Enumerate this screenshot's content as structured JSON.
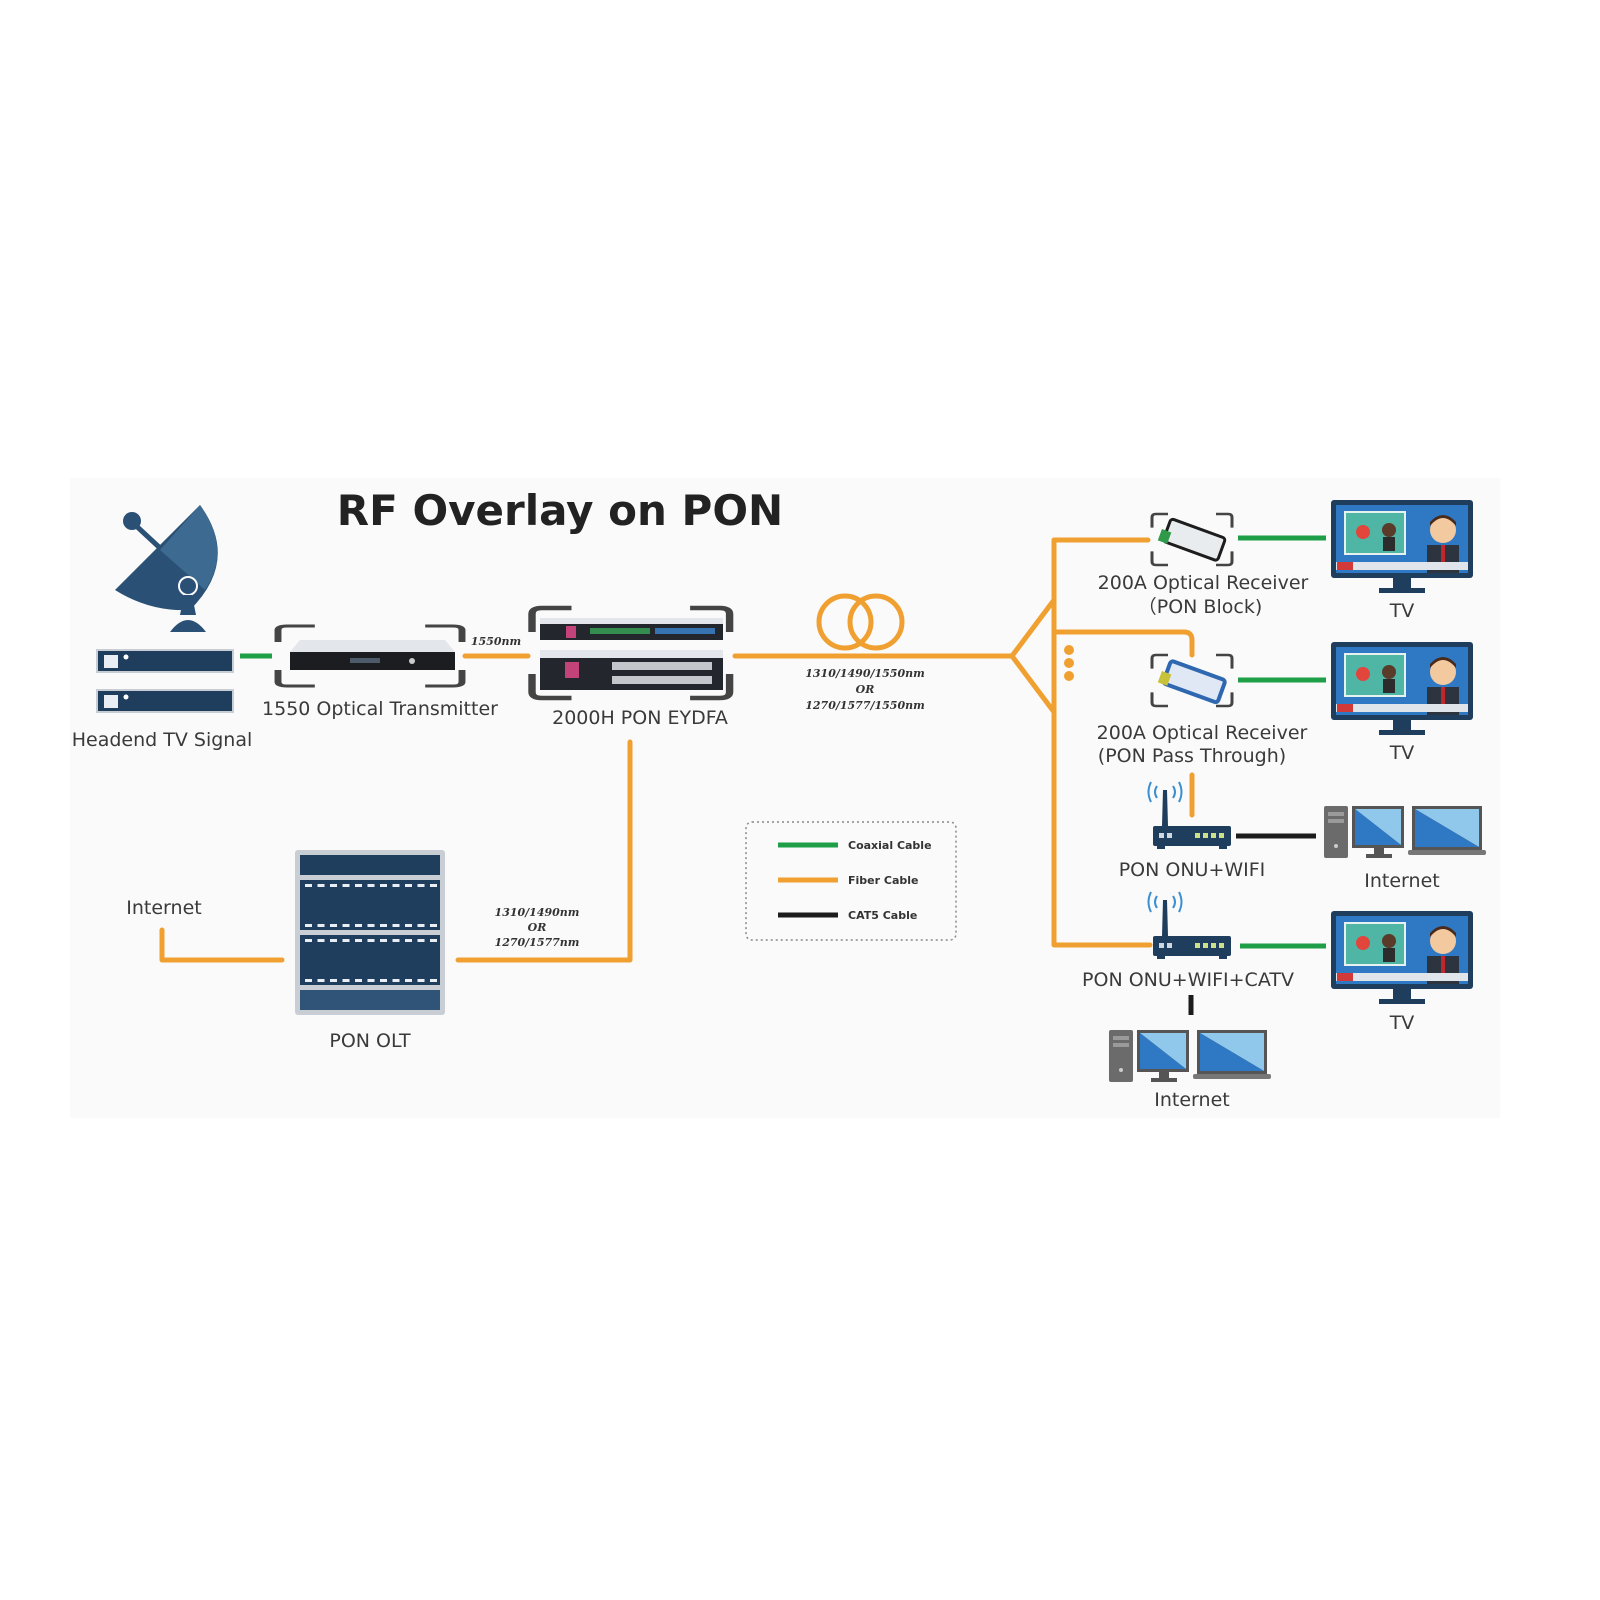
{
  "title": "RF Overlay on PON",
  "colors": {
    "fiber": "#f0a030",
    "coaxial": "#1f9e48",
    "cat5": "#1c1c1c",
    "device_navy": "#1f3d5c",
    "screen_blue": "#2f78c4"
  },
  "nodes": {
    "headend": {
      "label": "Headend TV Signal",
      "icon": "satellite-dish-icon"
    },
    "transmitter": {
      "label": "1550 Optical Transmitter",
      "icon": "rack-unit-icon"
    },
    "edfa": {
      "label": "2000H PON EYDFA",
      "icon": "rack-unit-icon"
    },
    "olt": {
      "label": "PON OLT",
      "icon": "server-chassis-icon"
    },
    "olt_internet": {
      "label": "Internet"
    },
    "receiver_block": {
      "label_line1": "200A Optical Receiver",
      "label_line2": "（PON Block)",
      "icon": "optical-receiver-icon"
    },
    "receiver_pass": {
      "label_line1": "200A Optical Receiver",
      "label_line2": "(PON Pass Through)",
      "icon": "optical-receiver-icon"
    },
    "onu_wifi": {
      "label": "PON ONU+WIFI",
      "icon": "wifi-router-icon"
    },
    "onu_wifi_catv": {
      "label": "PON ONU+WIFI+CATV",
      "icon": "wifi-router-icon"
    },
    "tv1": {
      "label": "TV"
    },
    "tv2": {
      "label": "TV"
    },
    "tv3": {
      "label": "TV"
    },
    "internet1": {
      "label": "Internet"
    },
    "internet2": {
      "label": "Internet"
    }
  },
  "wavelengths": {
    "tx_to_edfa": "1550nm",
    "trunk": [
      "1310/1490/1550nm",
      "OR",
      "1270/1577/1550nm"
    ],
    "olt_to_edfa": [
      "1310/1490nm",
      "OR",
      "1270/1577nm"
    ]
  },
  "legend": [
    {
      "label": "Coaxial Cable",
      "type": "coaxial"
    },
    {
      "label": "Fiber Cable",
      "type": "fiber"
    },
    {
      "label": "CAT5 Cable",
      "type": "cat5"
    }
  ]
}
